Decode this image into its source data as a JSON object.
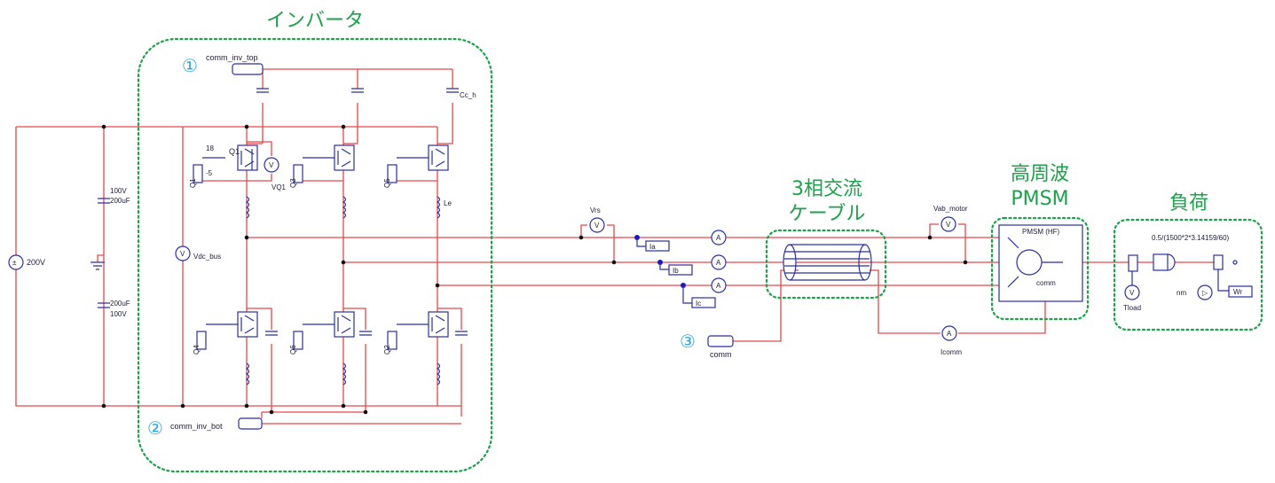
{
  "groups": {
    "inverter": "インバータ",
    "cable_line1": "3相交流",
    "cable_line2": "ケーブル",
    "motor_line1": "高周波",
    "motor_line2": "PMSM",
    "load": "負荷"
  },
  "markers": {
    "m1": "①",
    "m2": "②",
    "m3": "③"
  },
  "ports": {
    "top": "comm_inv_top",
    "bot": "comm_inv_bot",
    "comm": "comm"
  },
  "source": {
    "voltage": "200V"
  },
  "capacitors": {
    "upper_v": "100V",
    "upper_c": "200uF",
    "lower_c": "200uF",
    "lower_v": "100V",
    "cc_h": "Cc_h"
  },
  "switches": {
    "q1": "Q1",
    "q2": "Q2",
    "q3": "Q3",
    "q4": "Q4",
    "q5": "Q5",
    "q6": "Q6",
    "q1_label": "Q1",
    "gate_high": "18",
    "gate_low": "-5"
  },
  "meters": {
    "v_sym": "V",
    "a_sym": "A",
    "vq1": "VQ1",
    "vdc_bus": "Vdc_bus",
    "vrs": "Vrs",
    "vab_motor": "Vab_motor",
    "icomm": "Icomm",
    "ia": "Ia",
    "ib": "Ib",
    "ic": "Ic",
    "le": "Le"
  },
  "motor": {
    "title": "PMSM (HF)",
    "comm": "comm"
  },
  "load": {
    "expr": "0.5/(1500*2*3.14159/60)",
    "tload": "Tload",
    "nm": "nm",
    "wr": "Wr"
  }
}
